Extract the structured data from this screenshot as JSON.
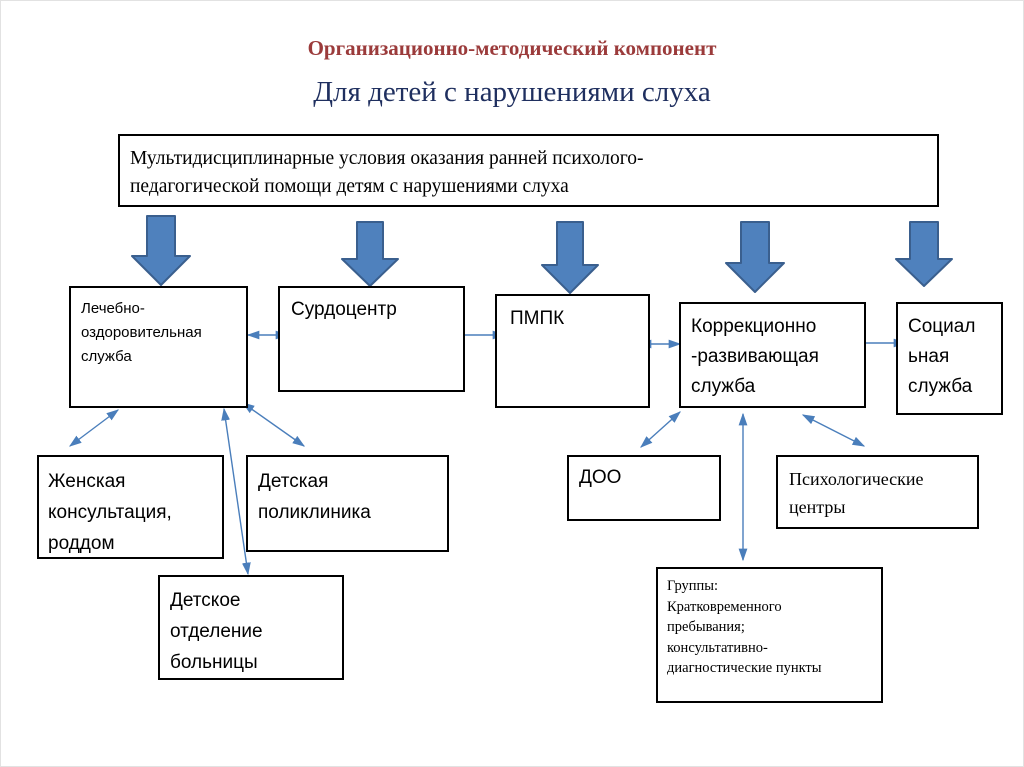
{
  "title": "Организационно-методический компонент",
  "subtitle": "Для детей с нарушениями слуха",
  "colors": {
    "title": "#9b3b3b",
    "subtitle": "#1f2f5f",
    "arrow_fill": "#4f81bd",
    "arrow_stroke": "#3a5f8e",
    "link": "#4a7ebb"
  },
  "nodes": {
    "top": "Мультидисциплинарные условия оказания ранней психолого-\nпедагогической помощи  детям с нарушениями слуха",
    "medical": "Лечебно-\nоздоровительная\nслужба",
    "surdo": "Сурдоцентр",
    "pmpk": "ПМПК",
    "correction": "Коррекционно\n-развивающая\nслужба",
    "social": "Социал\nьная\nслужба",
    "women": "Женская\nконсультация,\nроддом",
    "polyclinic": "Детская\nполиклиника",
    "hospital": "Детское\nотделение\nбольницы",
    "doo": "ДОО",
    "psych": "Психологические\nцентры",
    "groups": "Группы:\nКратковременного\nпребывания;\nконсультативно-\nдиагностические пункты"
  }
}
